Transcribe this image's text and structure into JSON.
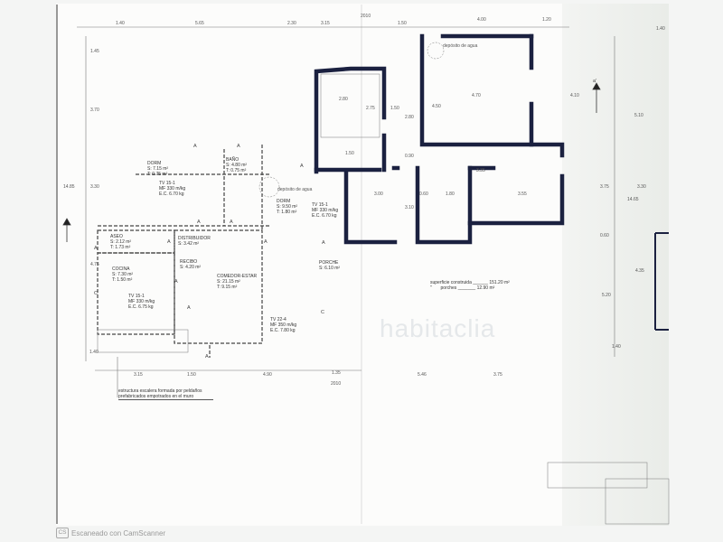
{
  "plan": {
    "dimensions_top": [
      "1.40",
      "5.65",
      "2.30",
      "3.15",
      "2010",
      "1.50",
      "4.00",
      "1.20",
      "1.40"
    ],
    "dimensions_left": [
      "1.45",
      "3.70",
      "14.85",
      "3.30",
      "4.75",
      "1.40"
    ],
    "dimensions_right": [
      "4.10",
      "5.10",
      "3.75",
      "14.65",
      "3.30",
      "0.60",
      "4.35",
      "5.20",
      "1.40"
    ],
    "dimensions_bottom": [
      "3.15",
      "1.50",
      "4.90",
      "1.35",
      "2010",
      "5.46",
      "3.75"
    ],
    "dimensions_interior": [
      "2.80",
      "2.75",
      "1.50",
      "2.80",
      "4.50",
      "4.70",
      "1.50",
      "0.90",
      "3.35",
      "3.00",
      "0.60",
      "3.10",
      "1.80",
      "3.55"
    ],
    "water_tank_label": "depósito de agua",
    "rooms": [
      {
        "name": "DORM",
        "lines": [
          "S: 7.15 m²",
          "T: 0.75 m²"
        ]
      },
      {
        "name": "BAÑO",
        "lines": [
          "S: 4.80 m²",
          "T: 0.75 m²"
        ]
      },
      {
        "name": "DORM",
        "lines": [
          "S: 9.50 m²",
          "T: 1.80 m²"
        ]
      },
      {
        "name": "ASEO",
        "lines": [
          "S: 2.12 m²",
          "T: 1.73 m²"
        ]
      },
      {
        "name": "DISTRIBUIDOR",
        "lines": [
          "S: 3.42 m²"
        ]
      },
      {
        "name": "RECIBO",
        "lines": [
          "S: 4.20 m²"
        ]
      },
      {
        "name": "COCINA",
        "lines": [
          "S: 7.30 m²",
          "T: 1.50 m²"
        ]
      },
      {
        "name": "COMEDOR-ESTAR",
        "lines": [
          "S: 21.15 m²",
          "T: 9.15 m²"
        ]
      },
      {
        "name": "PORCHE",
        "lines": [
          "S: 6.10 m²"
        ]
      }
    ],
    "specs": [
      {
        "lines": [
          "TV 15-1",
          "MF 330 m/kg",
          "E.C. 6.70 kg"
        ]
      },
      {
        "lines": [
          "TV 15-1",
          "MF 330 m/kg",
          "E.C. 6.70 kg"
        ]
      },
      {
        "lines": [
          "TV 15-1",
          "MF 330 m/kg",
          "E.C. 6.75 kg"
        ]
      },
      {
        "lines": [
          "TV 22-4",
          "MF 350 m/kg",
          "E.C. 7.80 kg"
        ]
      }
    ],
    "section_marker": "A",
    "section_cut": "a'",
    "grid_marker": "C",
    "surface": {
      "built_label": "superficie construida",
      "built_value": "151.20 m²",
      "porch_prefix": "\"",
      "porch_label": "porches",
      "porch_value": "12.90 m²"
    },
    "stair_note": "estructura escalera formada por peldaños prefabricados empotrados en el muro"
  },
  "watermark": "habitaclia",
  "footer": {
    "logo": "CS",
    "text": "Escaneado con CamScanner"
  },
  "colors": {
    "wall": "#1b2140",
    "line": "#555555",
    "paper": "#fcfcfb"
  }
}
